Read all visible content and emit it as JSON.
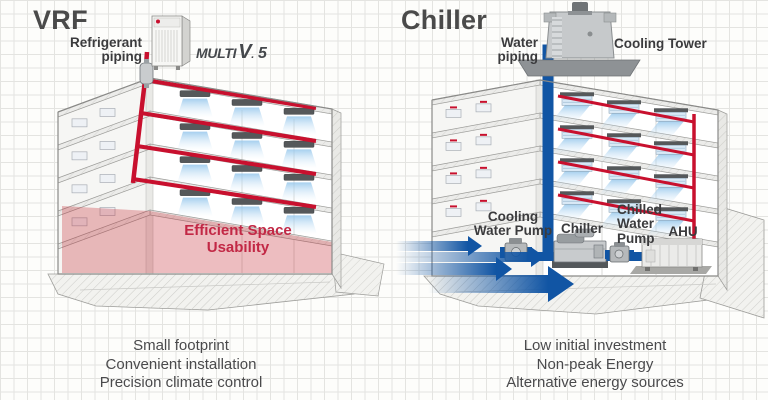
{
  "vrf": {
    "title": "VRF",
    "piping_label": "Refrigerant\npiping",
    "logo_multi": "MULTI",
    "logo_v": "V",
    "logo_dot": ".",
    "logo_five": "5",
    "space_label": "Efficient Space\nUsability",
    "features": [
      "Small footprint",
      "Convenient installation",
      "Precision climate control"
    ]
  },
  "chiller": {
    "title": "Chiller",
    "piping_label": "Water\npiping",
    "cooling_tower_label": "Cooling Tower",
    "cooling_water_pump_label": "Cooling\nWater Pump",
    "chiller_label": "Chiller",
    "chilled_water_pump_label": "Chilled\nWater\nPump",
    "ahu_label": "AHU",
    "features": [
      "Low initial investment",
      "Non-peak Energy",
      "Alternative energy sources"
    ]
  },
  "colors": {
    "refrigerant_pipe_red": "#c8102e",
    "water_pipe_blue": "#1155a4",
    "space_highlight_fill": "rgba(195,35,45,0.30)",
    "space_highlight_text": "#c22845",
    "title_text": "#4a4a4a",
    "label_text": "#3b3b3d",
    "air_flow_blue": "#8fc3ea",
    "background": "#fdfdfb",
    "grid_line": "#e4e4e1"
  },
  "icons": {
    "vrf_outdoor_unit": "rooftop-vrf-outdoor-unit",
    "lg_logo": "lg-logo-dot",
    "cooling_tower": "cooling-tower",
    "pipe_valve": "refrigerant-pipe-valve",
    "ceiling_cassette": "ceiling-cassette-indoor-unit",
    "fan_coil": "fan-coil-indoor-unit",
    "water_pump": "water-pump",
    "chiller_machine": "chiller-unit",
    "ahu": "air-handling-unit",
    "flow_arrow": "water-flow-arrow"
  }
}
